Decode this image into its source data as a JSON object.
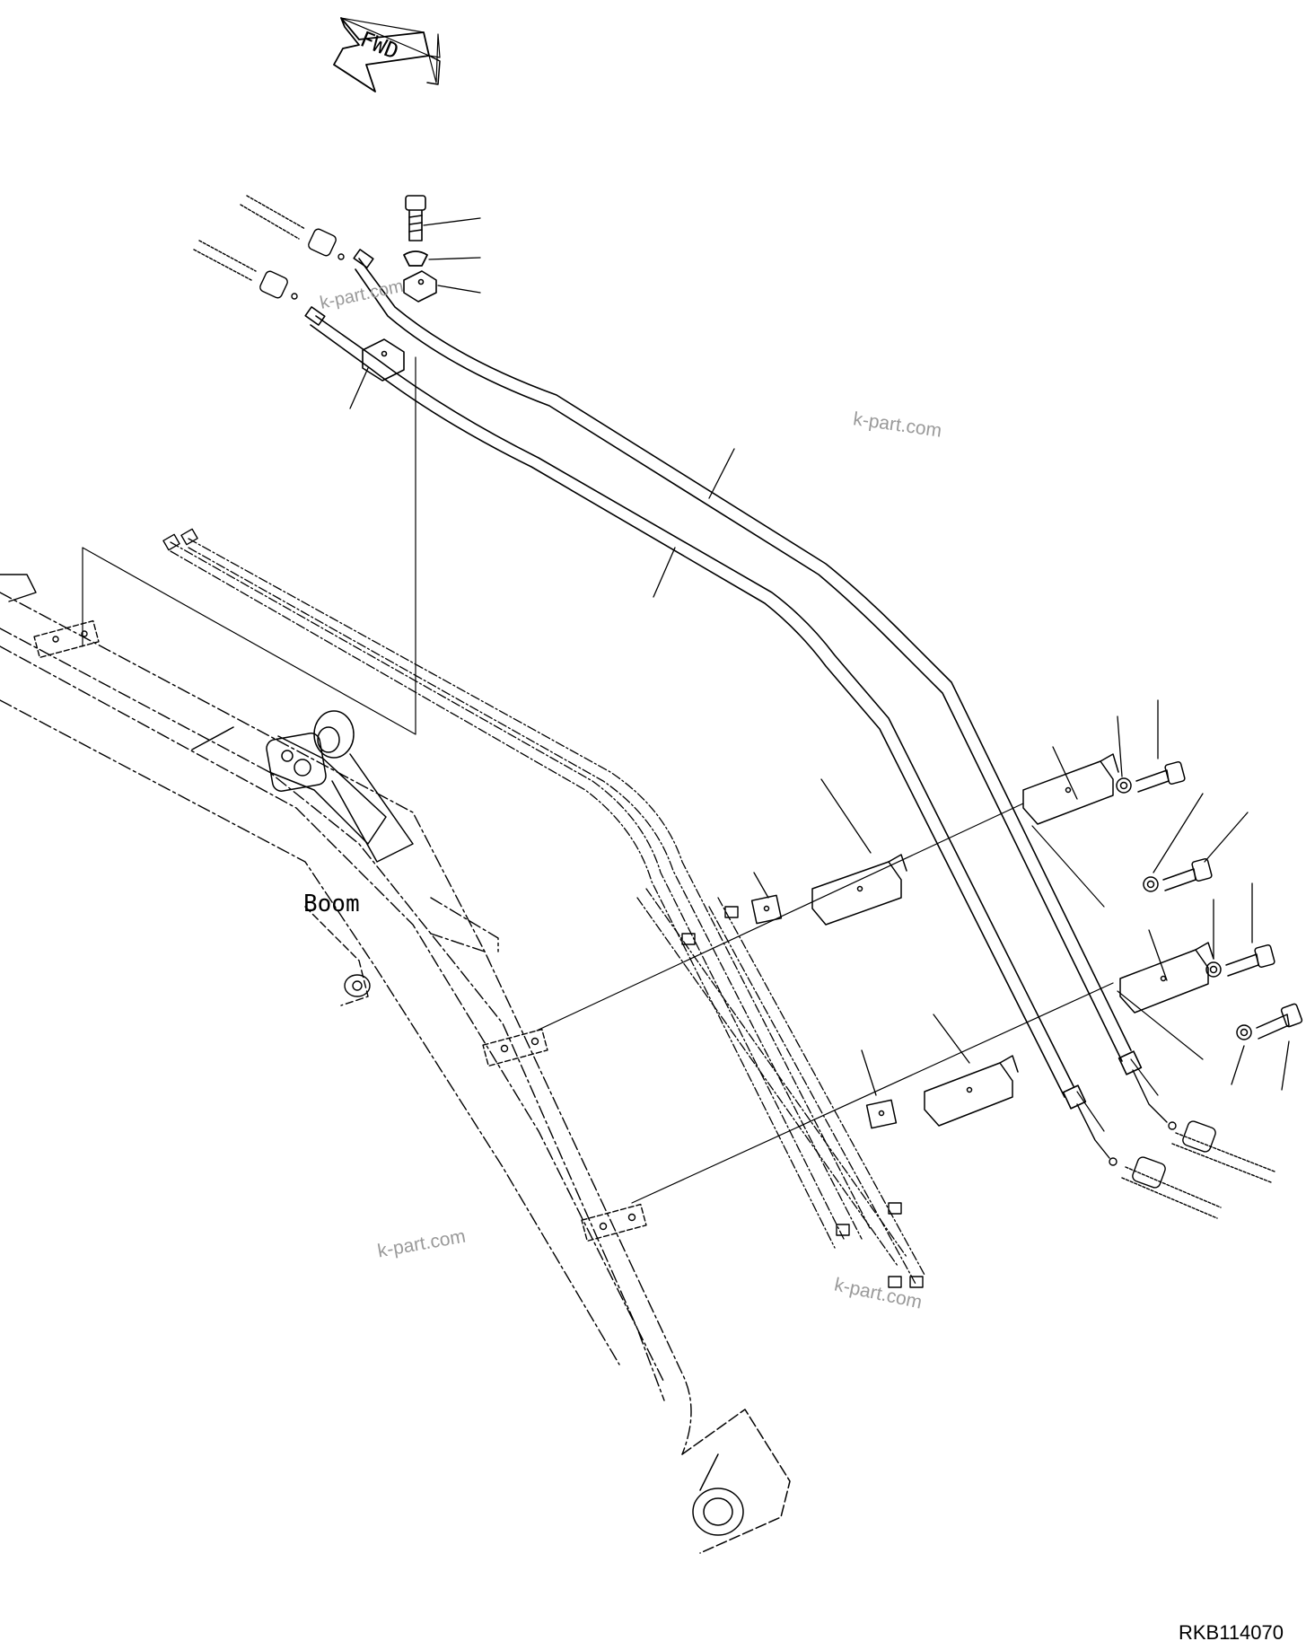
{
  "labels": {
    "fwd": "FWD",
    "boom": "Boom",
    "drawing_code": "RKB114070"
  },
  "watermarks": [
    "k-part.com",
    "k-part.com",
    "k-part.com",
    "k-part.com"
  ],
  "colors": {
    "ink": "#000000",
    "watermark": "#9a9a9a",
    "background": "#ffffff"
  }
}
